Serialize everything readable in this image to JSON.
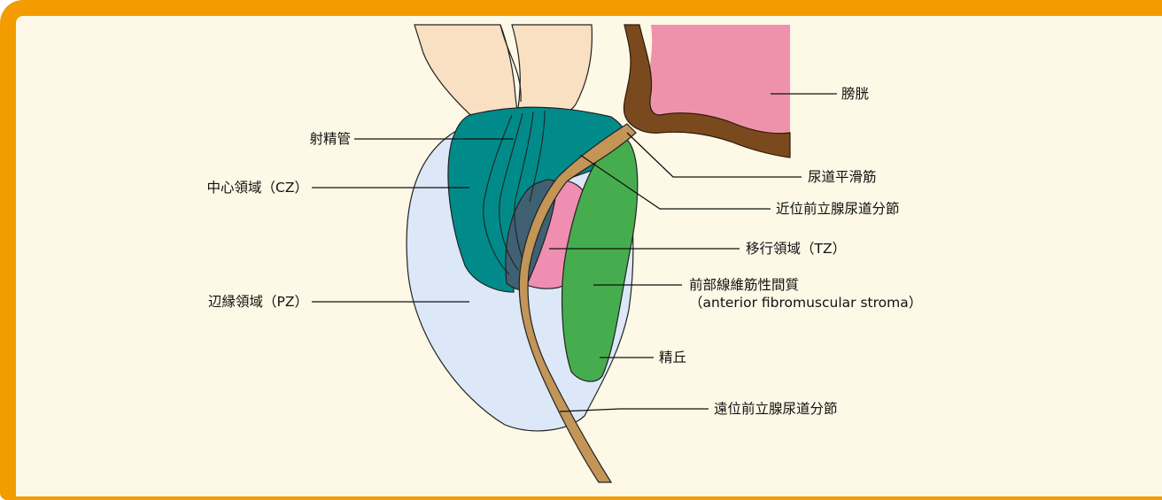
{
  "labels": {
    "bladder": "膀胱",
    "ejaculatory_duct": "射精管",
    "urethral_smooth_muscle": "尿道平滑筋",
    "central_zone": "中心領域（CZ）",
    "proximal_urethra": "近位前立腺尿道分節",
    "transition_zone": "移行領域（TZ）",
    "afs_line1": "前部線維筋性間質",
    "afs_line2": "（anterior fibromuscular stroma）",
    "peripheral_zone": "辺縁領域（PZ）",
    "verumontanum": "精丘",
    "distal_urethra": "遠位前立腺尿道分節"
  },
  "colors": {
    "frame_border": "#f39c00",
    "background": "#fef8e6",
    "bladder": "#ee92ab",
    "bladder_wall": "#7a4a1e",
    "urethra": "#c39557",
    "central_zone": "#008b8b",
    "peripheral_zone": "#dce8f7",
    "transition_zone": "#ef8eb0",
    "anterior_fibromuscular_stroma": "#46ad4e",
    "overlap_region": "#3f6173",
    "seminal_vesicles": "#fae0c3"
  }
}
